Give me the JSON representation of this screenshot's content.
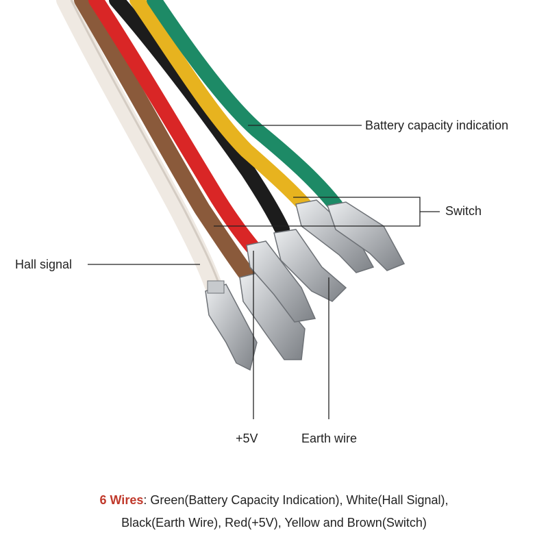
{
  "labels": {
    "battery": "Battery capacity indication",
    "switch": "Switch",
    "hall": "Hall signal",
    "plus5v": "+5V",
    "earth": "Earth wire"
  },
  "caption": {
    "emphasis": "6 Wires",
    "line1_rest": ": Green(Battery Capacity Indication), White(Hall Signal),",
    "line2": "Black(Earth Wire), Red(+5V), Yellow and Brown(Switch)"
  },
  "colors": {
    "background": "#ffffff",
    "wire_white": "#efe9e2",
    "wire_brown": "#8a5a3b",
    "wire_red": "#d92626",
    "wire_black": "#1c1c1c",
    "wire_yellow": "#e7b31f",
    "wire_green": "#1d8a66",
    "terminal_metal": "#b9bcc0",
    "leader_line": "#222222",
    "caption_emphasis": "#c0392b"
  }
}
